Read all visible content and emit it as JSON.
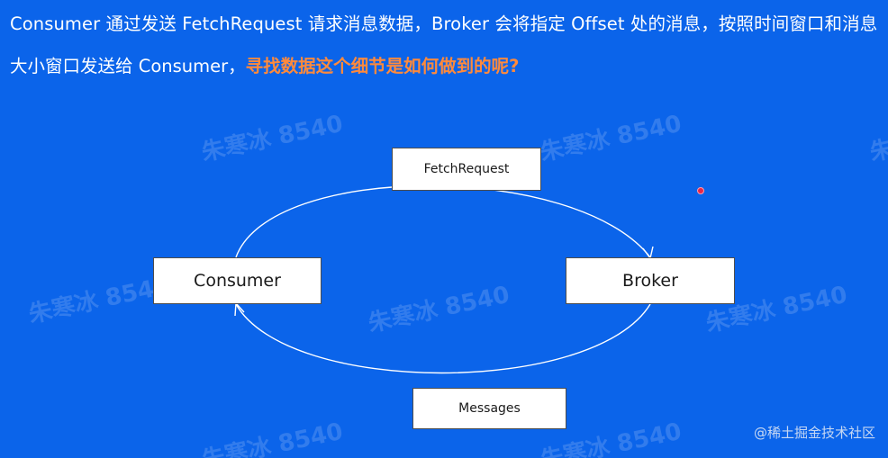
{
  "slide": {
    "line1": "Consumer 通过发送 FetchRequest 请求消息数据，Broker 会将指定 Offset 处的消息，按照时间窗口和消息",
    "line2_plain": "大小窗口发送给 Consumer，",
    "line2_highlight": "寻找数据这个细节是如何做到的呢?",
    "highlight_color": "#ff8a3c",
    "background_color": "#0b64ea"
  },
  "diagram": {
    "fetch_request_label": "FetchRequest",
    "consumer_label": "Consumer",
    "broker_label": "Broker",
    "messages_label": "Messages"
  },
  "watermark": {
    "text": "朱寒冰 8540"
  },
  "site_mark": {
    "text": "@稀土掘金技术社区"
  }
}
